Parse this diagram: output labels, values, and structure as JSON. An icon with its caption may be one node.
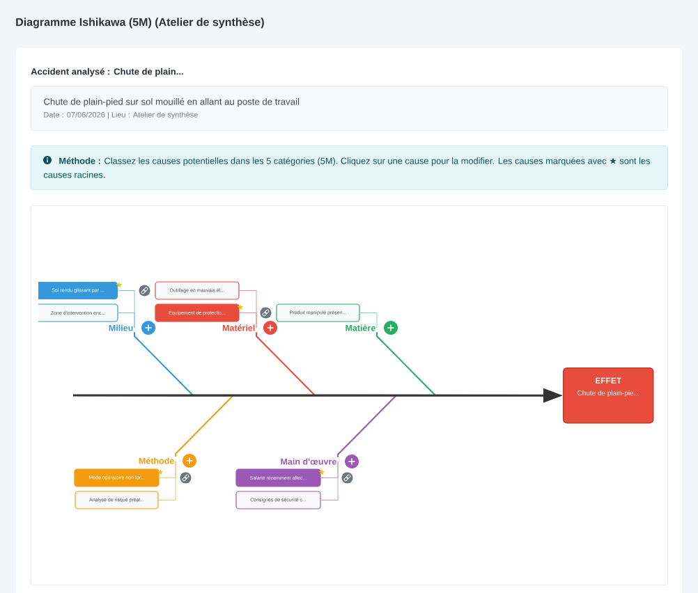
{
  "diagram": {
    "title": "Diagramme Ishikawa (5M) (Atelier de synthèse)",
    "nodes": [
      {
        "text": [
          "Accident analysé : Chute de plain..."
        ]
      },
      {
        "text": [
          "Chute de plain-pied sur sol mouillé en allant au poste de travail",
          "Date : 07/06/2026 | Lieu : Atelier de synthèse"
        ],
        "in": 0
      },
      {
        "text": [
          "**Méthode :** Classez les causes potentielles dans les 5 catégories (5M). Cliquez sur une cause pour la modifier. Les causes marquées avec ★ sont les causes racines."
        ],
        "in": 0
      },
      {
        "text": [],
        "shape": "box",
        "in": 0
      },
      {
        "text": [
          "Sol rendu glissant par ..."
        ],
        "in": 3
      },
      {
        "text": [
          "Outillage en mauvais ét..."
        ],
        "in": 3
      },
      {
        "text": [
          "Zone d'intervention enc..."
        ],
        "in": 3
      },
      {
        "text": [
          "Équipement de protectio..."
        ],
        "in": 3
      },
      {
        "text": [
          "Produit manipulé présen..."
        ],
        "in": 3
      },
      {
        "text": [
          "Milieu"
        ],
        "in": 3
      },
      {
        "text": [
          "Matériel"
        ],
        "in": 3
      },
      {
        "text": [
          "Matière"
        ],
        "in": 3
      },
      {
        "text": [
          "EFFET",
          "Chute de plain-pie..."
        ],
        "in": 3
      },
      {
        "text": [
          "Méthode"
        ],
        "in": 3
      },
      {
        "text": [
          "Main d'œuvre"
        ],
        "in": 3
      },
      {
        "text": [
          "Mode opératoire non for..."
        ],
        "in": 3
      },
      {
        "text": [
          "Salarié récemment affec..."
        ],
        "in": 3
      },
      {
        "text": [
          "Analyse de risque préal..."
        ],
        "in": 3
      },
      {
        "text": [
          "Consignes de sécurité c..."
        ],
        "in": 3
      }
    ],
    "edges": [
      {
        "from": 4,
        "to": 9,
        "arrow": "none",
        "color": "#85c1e9"
      },
      {
        "from": 5,
        "to": 10,
        "arrow": "none",
        "color": "#f1948a"
      },
      {
        "from": 6,
        "to": 9,
        "arrow": "none",
        "color": "#85c1e9"
      },
      {
        "from": 7,
        "to": 10,
        "arrow": "none",
        "color": "#f1948a"
      },
      {
        "from": 8,
        "to": 11,
        "arrow": "none",
        "color": "#82e0aa"
      },
      {
        "from": 15,
        "to": 13,
        "arrow": "none",
        "color": "#f8c471"
      },
      {
        "from": 16,
        "to": 14,
        "arrow": "none",
        "color": "#c39bd3"
      },
      {
        "from": 17,
        "to": 13,
        "arrow": "none",
        "color": "#f8c471"
      },
      {
        "from": 18,
        "to": 14,
        "arrow": "none",
        "color": "#c39bd3"
      },
      {
        "from": 9,
        "to": null,
        "arrow": "none",
        "color": "#3498db"
      },
      {
        "from": 10,
        "to": null,
        "arrow": "none",
        "color": "#e74c3c"
      },
      {
        "from": 11,
        "to": null,
        "arrow": "none",
        "color": "#27ae60"
      },
      {
        "from": 13,
        "to": null,
        "arrow": "none",
        "color": "#f39c12"
      },
      {
        "from": 14,
        "to": null,
        "arrow": "none",
        "color": "#9b59b6"
      },
      {
        "from": null,
        "to": 12,
        "arrow": "to",
        "style": "thick",
        "color": "#333333"
      }
    ]
  }
}
